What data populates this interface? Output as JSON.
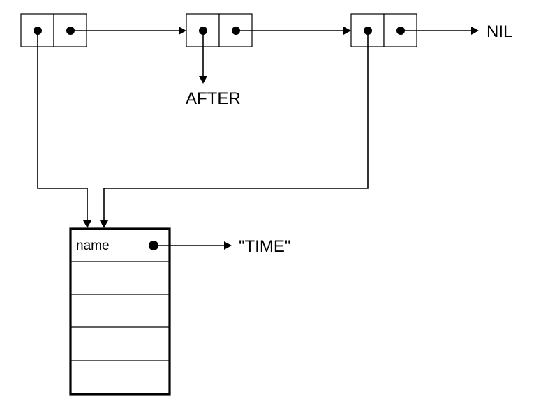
{
  "diagram": {
    "cons_cells": [
      {
        "id": "cell-1"
      },
      {
        "id": "cell-2"
      },
      {
        "id": "cell-3"
      }
    ],
    "labels": {
      "nil": "NIL",
      "after": "AFTER",
      "field_name": "name",
      "field_value": "\"TIME\""
    },
    "record": {
      "rows": 5,
      "fields": [
        "name",
        "",
        "",
        "",
        ""
      ]
    },
    "colors": {
      "ink": "#000000",
      "background": "#ffffff"
    }
  }
}
